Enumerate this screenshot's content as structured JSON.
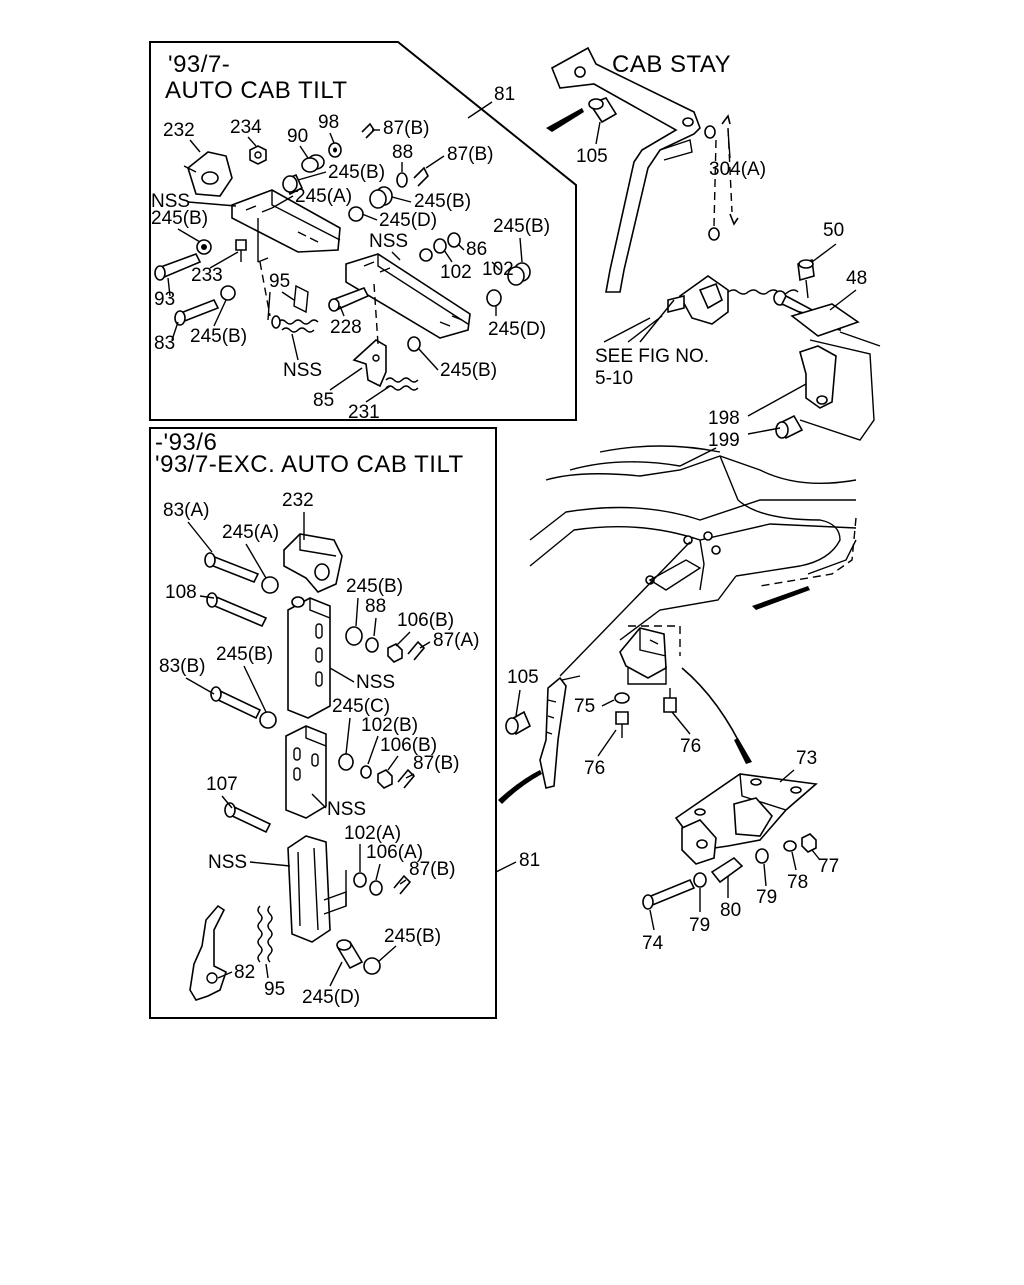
{
  "figure": {
    "inset_top": {
      "title_line1": "'93/7-",
      "title_line2": "AUTO CAB TILT",
      "ref": "81",
      "labels": {
        "p232": "232",
        "p234": "234",
        "p90": "90",
        "p98": "98",
        "p87b_1": "87(B)",
        "p245b_1": "245(B)",
        "p88": "88",
        "p87b_2": "87(B)",
        "p245a": "245(A)",
        "p245b_2": "245(B)",
        "nss_1": "NSS",
        "p245b_3": "245(B)",
        "p245d_1": "245(D)",
        "p245b_4": "245(B)",
        "nss_2": "NSS",
        "p86": "86",
        "p102_1": "102",
        "p102_2": "102",
        "p233": "233",
        "p95": "95",
        "p93": "93",
        "p228": "228",
        "p245d_2": "245(D)",
        "p83": "83",
        "p245b_5": "245(B)",
        "nss_3": "NSS",
        "p245b_6": "245(B)",
        "p85": "85",
        "p231": "231"
      }
    },
    "inset_bottom": {
      "title_line1": "-'93/6",
      "title_line2": "'93/7-EXC. AUTO CAB TILT",
      "ref": "81",
      "labels": {
        "p83a": "83(A)",
        "p245a": "245(A)",
        "p232": "232",
        "p245b_1": "245(B)",
        "p108": "108",
        "p88": "88",
        "p106b_1": "106(B)",
        "p87a": "87(A)",
        "p83b": "83(B)",
        "p245b_2": "245(B)",
        "nss_1": "NSS",
        "p245c": "245(C)",
        "p102b": "102(B)",
        "p106b_2": "106(B)",
        "p87b_1": "87(B)",
        "nss_2": "NSS",
        "p107": "107",
        "p102a": "102(A)",
        "p106a": "106(A)",
        "nss_3": "NSS",
        "p87b_2": "87(B)",
        "p245b_3": "245(B)",
        "p82": "82",
        "p95": "95",
        "p245d": "245(D)"
      }
    },
    "cab_stay": {
      "title": "CAB STAY",
      "labels": {
        "p105": "105",
        "p304a": "304(A)",
        "p50": "50",
        "p48": "48",
        "see_fig_1": "SEE FIG NO.",
        "see_fig_2": "5-10",
        "p198": "198",
        "p199": "199"
      }
    },
    "frame": {
      "labels": {
        "p105": "105",
        "p75": "75",
        "p76_1": "76",
        "p76_2": "76",
        "p73": "73",
        "p77": "77",
        "p78": "78",
        "p79_1": "79",
        "p79_2": "79",
        "p80": "80",
        "p74": "74"
      }
    }
  }
}
